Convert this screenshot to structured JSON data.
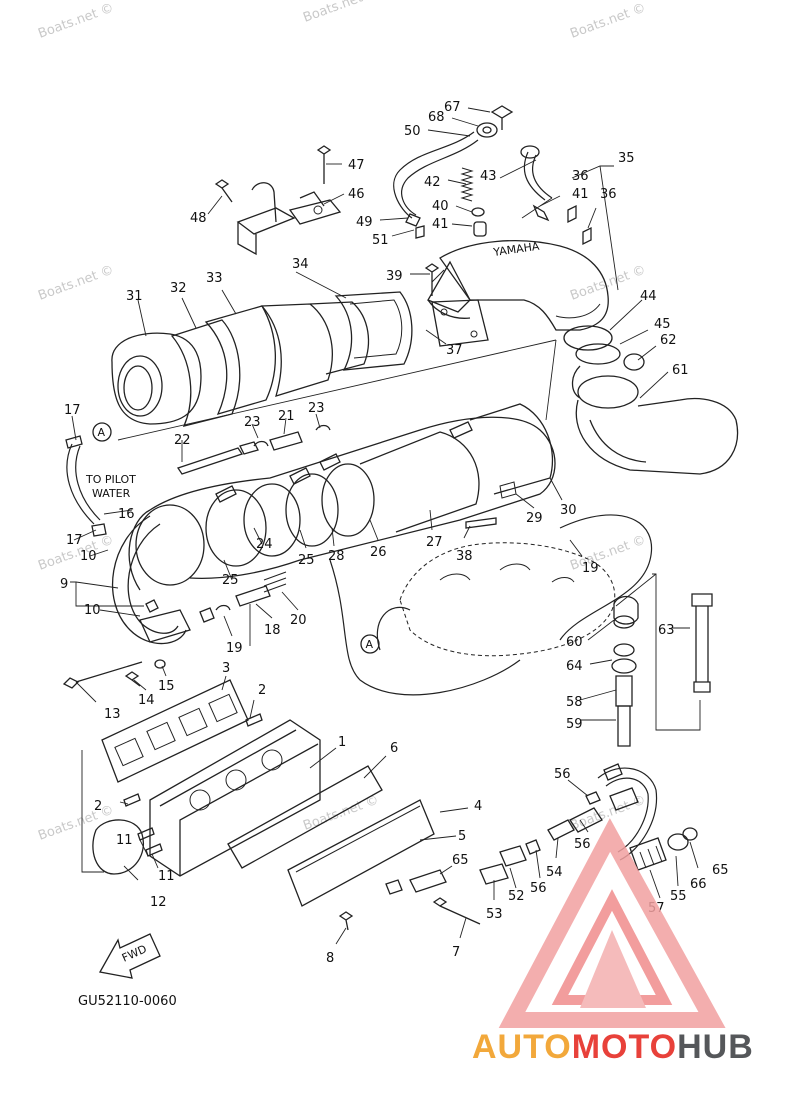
{
  "diagram_code": "GU52110-0060",
  "watermark_text": "Boats.net ©",
  "fwd_label": "FWD",
  "pilot_water_note": [
    "TO PILOT",
    "WATER"
  ],
  "pipe_stamp": "YAMAHA",
  "ref_marker": "A",
  "brand": {
    "part1": "AUTO",
    "part2": "MOTO",
    "part3": "HUB",
    "color_orange": "#f2a83b",
    "color_red": "#e8413a",
    "color_gray": "#55575a"
  },
  "callouts": {
    "c1": "1",
    "c2a": "2",
    "c2b": "2",
    "c3": "3",
    "c4": "4",
    "c5": "5",
    "c6": "6",
    "c7": "7",
    "c8": "8",
    "c9": "9",
    "c10a": "10",
    "c10b": "10",
    "c11a": "11",
    "c11b": "11",
    "c12": "12",
    "c13": "13",
    "c14": "14",
    "c15": "15",
    "c16": "16",
    "c17a": "17",
    "c17b": "17",
    "c18": "18",
    "c19a": "19",
    "c19b": "19",
    "c20": "20",
    "c21": "21",
    "c22": "22",
    "c23a": "23",
    "c23b": "23",
    "c24": "24",
    "c25a": "25",
    "c25b": "25",
    "c26": "26",
    "c27": "27",
    "c28": "28",
    "c29": "29",
    "c30": "30",
    "c31": "31",
    "c32": "32",
    "c33": "33",
    "c34": "34",
    "c35": "35",
    "c36a": "36",
    "c36b": "36",
    "c37": "37",
    "c38": "38",
    "c39": "39",
    "c40": "40",
    "c41a": "41",
    "c41b": "41",
    "c42": "42",
    "c43": "43",
    "c44": "44",
    "c45": "45",
    "c46": "46",
    "c47": "47",
    "c48": "48",
    "c49": "49",
    "c50": "50",
    "c51": "51",
    "c52": "52",
    "c53": "53",
    "c54": "54",
    "c55": "55",
    "c56a": "56",
    "c56b": "56",
    "c56c": "56",
    "c57": "57",
    "c58": "58",
    "c59": "59",
    "c60": "60",
    "c61": "61",
    "c62": "62",
    "c63": "63",
    "c64": "64",
    "c65a": "65",
    "c65b": "65",
    "c66": "66",
    "c67": "67",
    "c68": "68"
  }
}
